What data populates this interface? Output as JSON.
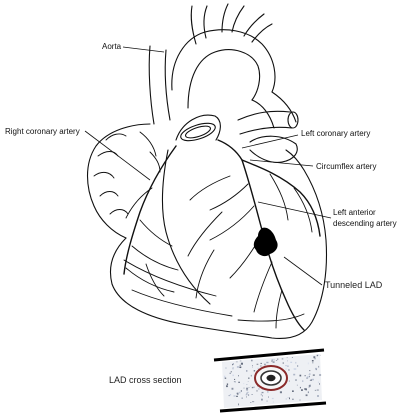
{
  "labels": {
    "aorta": "Aorta",
    "right_coronary": "Right coronary artery",
    "left_coronary": "Left coronary artery",
    "circumflex": "Circumflex artery",
    "lad_line1": "Left anterior",
    "lad_line2": "descending artery",
    "tunneled": "Tunneled LAD",
    "cross_section": "LAD cross section"
  },
  "colors": {
    "ink": "#111111",
    "background": "#ffffff",
    "lesion": "#000000",
    "ring": "#8b2a2a"
  }
}
